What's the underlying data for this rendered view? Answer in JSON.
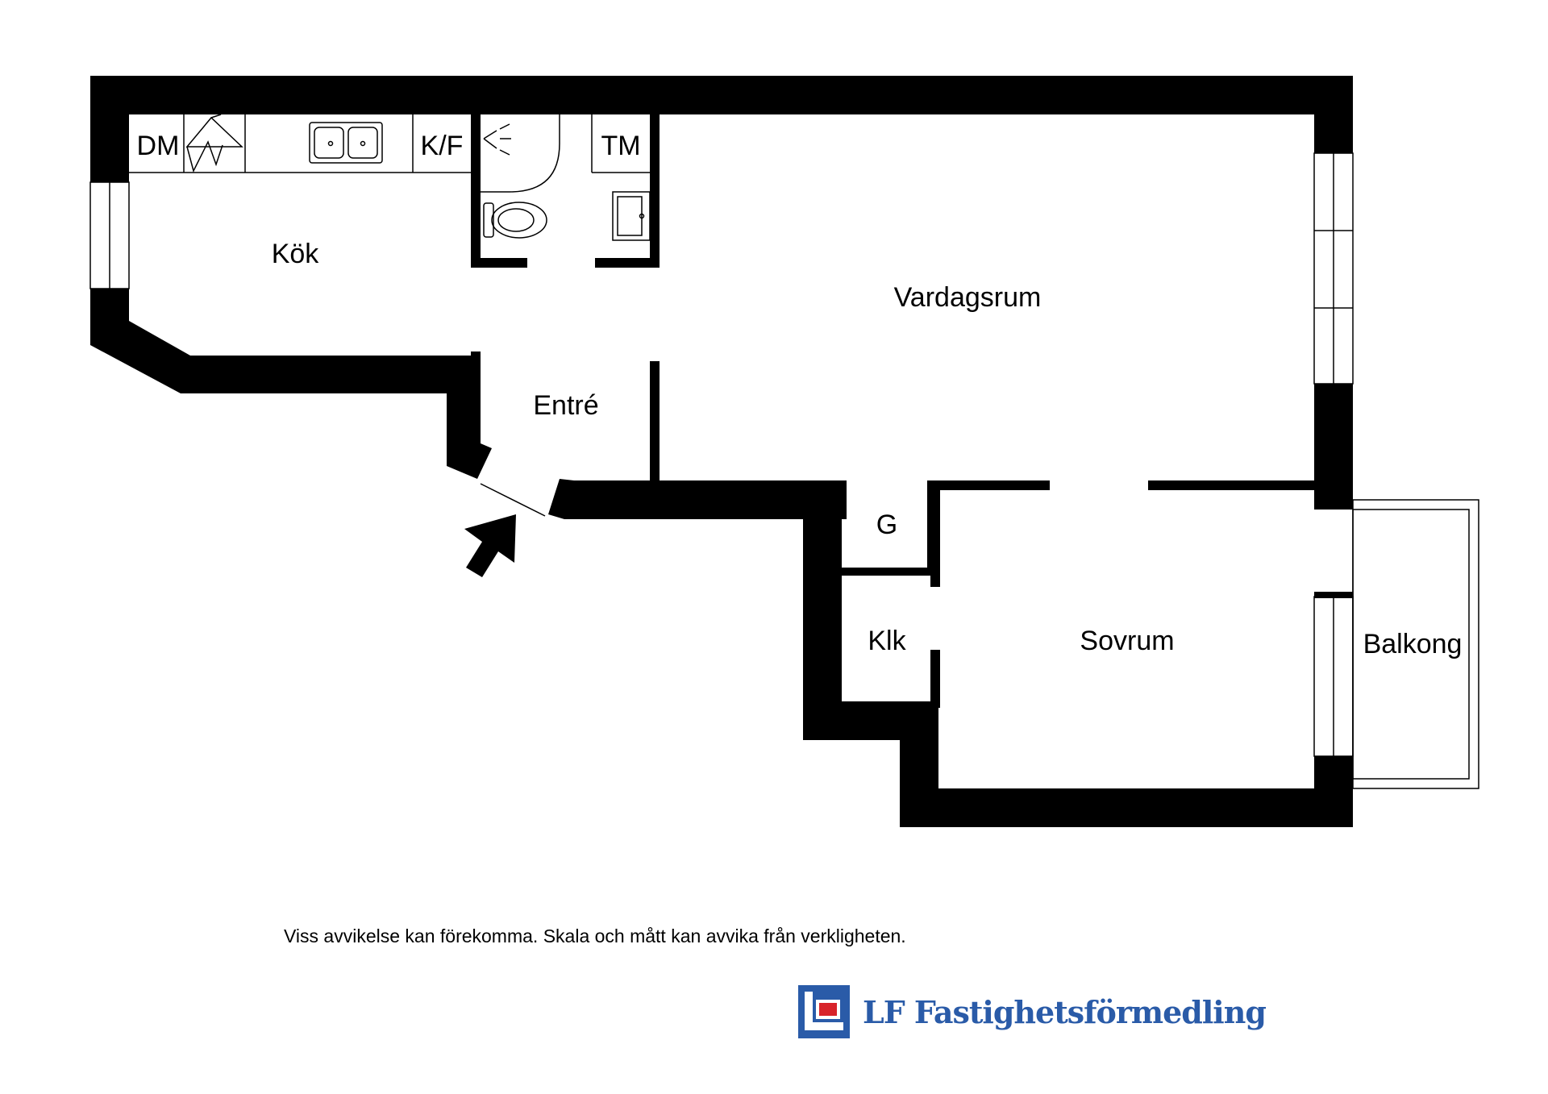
{
  "rooms": {
    "kok": "Kök",
    "vardagsrum": "Vardagsrum",
    "entre": "Entré",
    "sovrum": "Sovrum",
    "balkong": "Balkong",
    "g": "G",
    "klk": "Klk"
  },
  "fixtures": {
    "dm": "DM",
    "kf": "K/F",
    "tm": "TM"
  },
  "disclaimer": "Viss avvikelse kan förekomma. Skala och mått kan avvika från verkligheten.",
  "logo": {
    "text": "LF Fastighetsförmedling",
    "color": "#2a5ba8",
    "accent": "#d8232a"
  }
}
